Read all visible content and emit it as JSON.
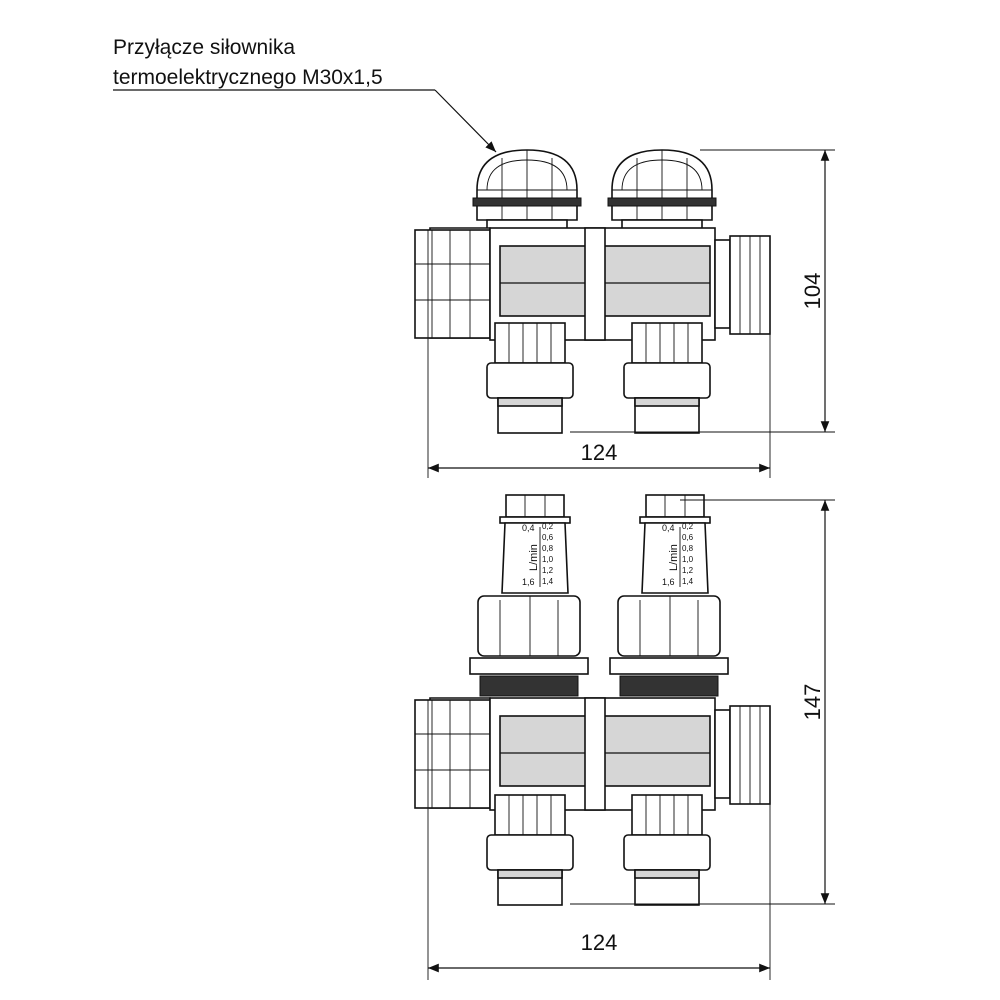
{
  "callout": {
    "line1": "Przyłącze siłownika",
    "line2": "termoelektrycznego M30x1,5"
  },
  "top_view": {
    "height_dim": "104",
    "width_dim": "124"
  },
  "bottom_view": {
    "height_dim": "147",
    "width_dim": "124",
    "flowmeter": {
      "unit": "L/min",
      "left_scale": [
        "0,4",
        "1,6"
      ],
      "right_scale": [
        "0,2",
        "0,6",
        "0,8",
        "1,0",
        "1,2",
        "1,4"
      ]
    }
  }
}
